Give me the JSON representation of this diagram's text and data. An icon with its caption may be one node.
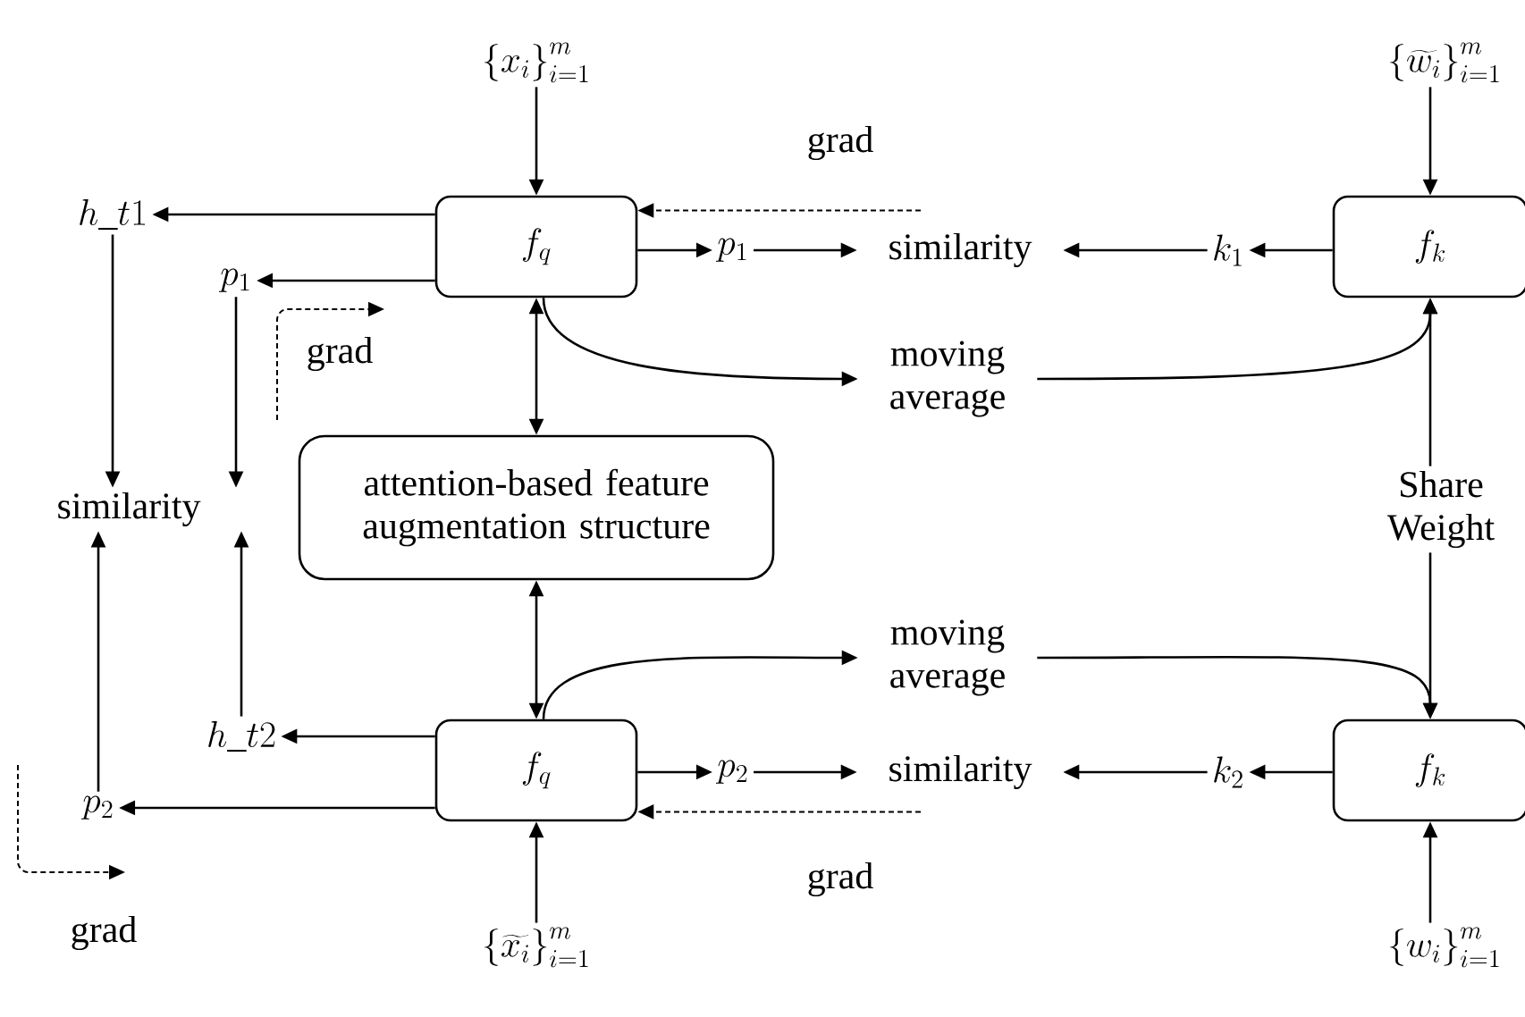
{
  "diagram": {
    "nodes": [
      {
        "text": [
          "\\left\\{x_i\\right\\}_{i=1}^{m}"
        ]
      },
      {
        "text": [
          "\\left\\{\\widetilde{w_i}\\right\\}_{i=1}^{m}"
        ]
      },
      {
        "text": [
          "f_q"
        ]
      },
      {
        "text": [
          "f_k"
        ]
      },
      {
        "text": [
          "h\\_t1"
        ]
      },
      {
        "text": [
          "p_1"
        ]
      },
      {
        "text": [
          "p_1"
        ]
      },
      {
        "text": [
          "similarity"
        ]
      },
      {
        "text": [
          "k_1"
        ]
      },
      {
        "text": [
          "similarity"
        ]
      },
      {
        "text": [
          "attention-based feature augmentation structure"
        ]
      },
      {
        "text": [
          "moving average"
        ]
      },
      {
        "text": [
          "Share Weight"
        ]
      },
      {
        "text": [
          "moving average"
        ]
      },
      {
        "text": [
          "f_q"
        ]
      },
      {
        "text": [
          "f_k"
        ]
      },
      {
        "text": [
          "h\\_t2"
        ]
      },
      {
        "text": [
          "p_2"
        ]
      },
      {
        "text": [
          "p_2"
        ]
      },
      {
        "text": [
          "similarity"
        ]
      },
      {
        "text": [
          "k_2"
        ]
      },
      {
        "text": [
          "\\left\\{\\widetilde{x_i}\\right\\}_{i=1}^{m}"
        ]
      },
      {
        "text": [
          "\\left\\{w_i\\right\\}_{i=1}^{m}"
        ]
      }
    ],
    "edges": [
      {
        "from": 0,
        "to": 2,
        "arrow": "to"
      },
      {
        "from": 1,
        "to": 3,
        "arrow": "to"
      },
      {
        "from": 2,
        "to": 4,
        "arrow": "to"
      },
      {
        "from": 2,
        "to": 5,
        "arrow": "to"
      },
      {
        "from": 2,
        "to": 6,
        "arrow": "to"
      },
      {
        "from": 6,
        "to": 7,
        "arrow": "to"
      },
      {
        "from": 8,
        "to": 7,
        "arrow": "to"
      },
      {
        "from": 3,
        "to": 8,
        "arrow": "to"
      },
      {
        "from": 4,
        "to": 9,
        "arrow": "to"
      },
      {
        "from": 5,
        "to": 9,
        "arrow": "to"
      },
      {
        "from": 2,
        "to": 10,
        "arrow": "both"
      },
      {
        "from": 2,
        "to": 11,
        "arrow": "to"
      },
      {
        "from": 11,
        "to": 3,
        "arrow": "to"
      },
      {
        "from": 12,
        "to": 3,
        "arrow": "to"
      },
      {
        "from": 12,
        "to": 15,
        "arrow": "to"
      },
      {
        "from": 10,
        "to": 14,
        "arrow": "both"
      },
      {
        "from": 14,
        "to": 13,
        "arrow": "to"
      },
      {
        "from": 13,
        "to": 15,
        "arrow": "to"
      },
      {
        "from": 14,
        "to": 16,
        "arrow": "to"
      },
      {
        "from": 14,
        "to": 17,
        "arrow": "to"
      },
      {
        "from": 14,
        "to": 18,
        "arrow": "to"
      },
      {
        "from": 18,
        "to": 19,
        "arrow": "to"
      },
      {
        "from": 20,
        "to": 19,
        "arrow": "to"
      },
      {
        "from": 15,
        "to": 20,
        "arrow": "to"
      },
      {
        "from": 21,
        "to": 14,
        "arrow": "to"
      },
      {
        "from": 22,
        "to": 15,
        "arrow": "to"
      },
      {
        "from": 17,
        "to": 9,
        "arrow": "to"
      },
      {
        "from": 16,
        "to": 9,
        "arrow": "to"
      },
      {
        "from": 7,
        "to": 2,
        "arrow": "to",
        "label": "grad",
        "style": "dashed"
      },
      {
        "from": 19,
        "to": 14,
        "arrow": "to",
        "label": "grad",
        "style": "dashed"
      }
    ],
    "labels": [
      "grad",
      "grad"
    ]
  }
}
